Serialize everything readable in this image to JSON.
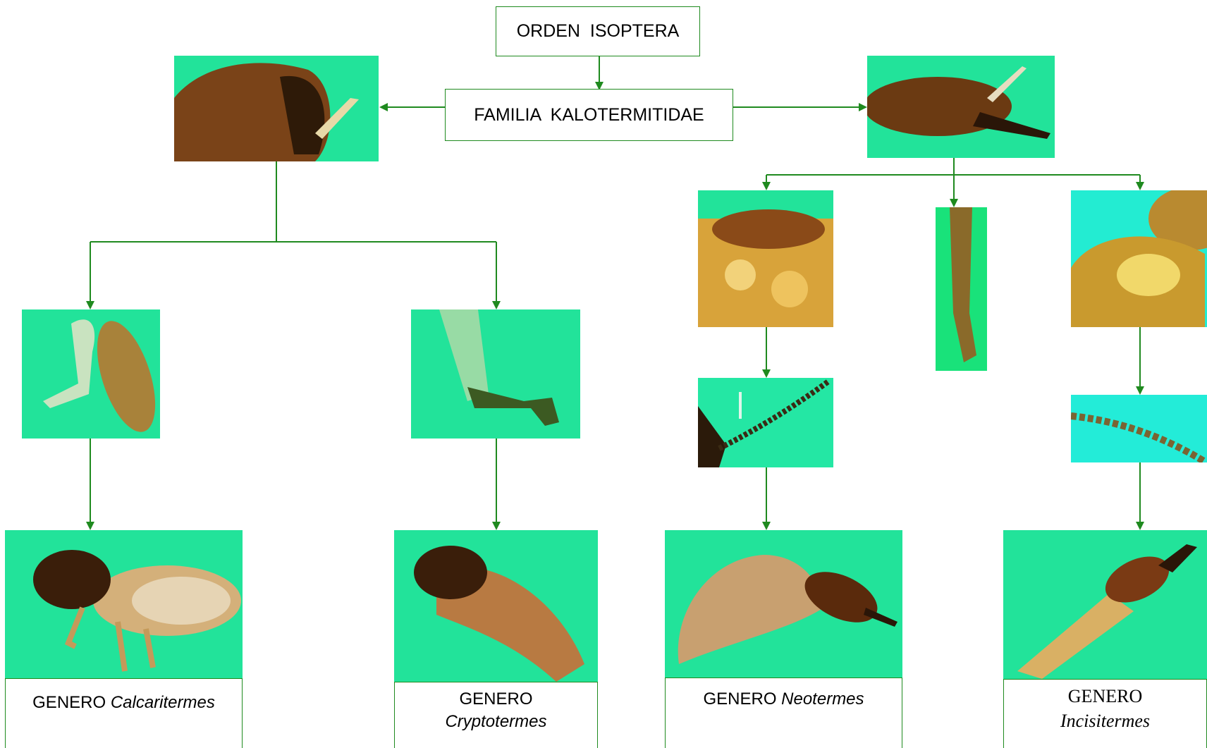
{
  "order_label": "ORDEN  ISOPTERA",
  "family_label": "FAMILIA  KALOTERMITIDAE",
  "genera": [
    {
      "prefix": "GENERO",
      "name": "Calcaritermes"
    },
    {
      "prefix": "GENERO",
      "name": "Cryptotermes"
    },
    {
      "prefix": "GENERO",
      "name": "Neotermes"
    },
    {
      "prefix": "GENERO",
      "name": "Incisitermes"
    }
  ],
  "colors": {
    "connector": "#1f8a1f",
    "photo_background": "#22e39a",
    "body_brown": "#6b3a12",
    "body_tan": "#c89a4a"
  }
}
